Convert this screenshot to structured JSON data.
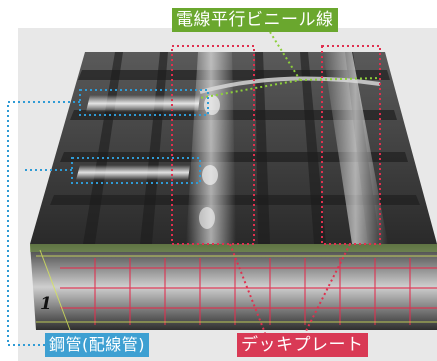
{
  "labels": {
    "wire": "電線平行ビニール線",
    "pipe": "鋼管(配線管)",
    "deck": "デッキプレート",
    "panel_number": "1"
  },
  "colors": {
    "wire_label_bg": "#6aa72e",
    "pipe_label_bg": "#3ea0d2",
    "deck_label_bg": "#d93a55",
    "wire_leader": "#8ccf3a",
    "pipe_leader": "#2f9bd5",
    "deck_leader": "#e0304f",
    "background_panel": "#e8e8e8"
  }
}
